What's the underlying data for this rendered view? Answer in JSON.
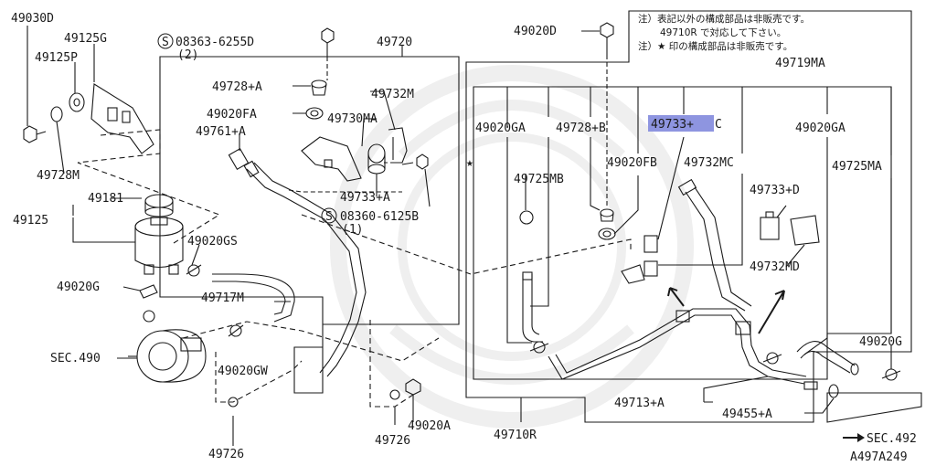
{
  "diagram": {
    "note_lines": [
      "注）表記以外の構成部品は非販売です。",
      "49710R で対応して下さい。",
      "注）★ 印の構成部品は非販売です。"
    ],
    "labels": {
      "p49030D": "49030D",
      "p49125G": "49125G",
      "p49125P": "49125P",
      "p49728M": "49728M",
      "p49181": "49181",
      "p49125": "49125",
      "p49020GS": "49020GS",
      "p49020G_left": "49020G",
      "p49717M": "49717M",
      "sec490": "SEC.490",
      "p49020GW": "49020GW",
      "p49726_a": "49726",
      "p49726_b": "49726",
      "p49020A": "49020A",
      "bolt_top": "08363-6255D",
      "bolt_top_qty": "(2)",
      "p49720": "49720",
      "p49728A": "49728+A",
      "p49020FA": "49020FA",
      "p49761A": "49761+A",
      "p49732M": "49732M",
      "p49730MA": "49730MA",
      "p49733A": "49733+A",
      "bolt_mid": "08360-6125B",
      "bolt_mid_qty": "(1)",
      "p49020D": "49020D",
      "p49719MA": "49719MA",
      "p49020GA_left": "49020GA",
      "p49728B": "49728+B",
      "p49733C_hl": "49733+",
      "p49733C_suffix": "C",
      "p49020GA_right": "49020GA",
      "p49725MB": "49725MB",
      "p49020FB": "49020FB",
      "p49732MC": "49732MC",
      "p49725MA": "49725MA",
      "p49733D": "49733+D",
      "p49732MD": "49732MD",
      "p49020G_right": "49020G",
      "p49713A": "49713+A",
      "p49455A": "49455+A",
      "p49710R": "49710R",
      "sec492": "SEC.492",
      "ref_code": "A497A249",
      "star": "★",
      "s_mark_top": "S",
      "s_mark_mid": "S"
    }
  },
  "colors": {
    "line": "#1a1a1a",
    "highlight": "#8e95e0",
    "background": "#ffffff"
  }
}
